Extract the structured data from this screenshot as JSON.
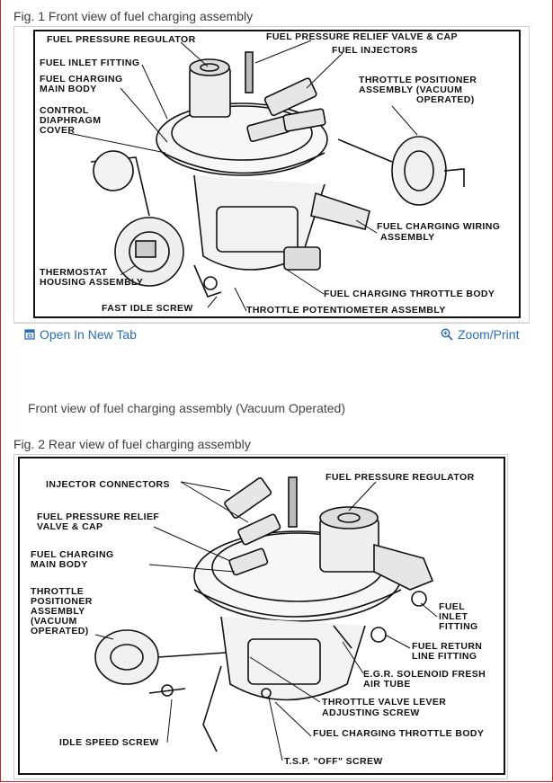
{
  "fig1": {
    "caption": "Fig. 1 Front view of fuel charging assembly",
    "labels": {
      "fuel_pressure_regulator": "FUEL PRESSURE REGULATOR",
      "fuel_pressure_relief": "FUEL PRESSURE RELIEF VALVE & CAP",
      "fuel_injectors": "FUEL INJECTORS",
      "fuel_inlet_fitting": "FUEL INLET FITTING",
      "fuel_charging_main_body_1": "FUEL CHARGING",
      "fuel_charging_main_body_2": "MAIN BODY",
      "control_diaphragm_1": "CONTROL",
      "control_diaphragm_2": "DIAPHRAGM",
      "control_diaphragm_3": "COVER",
      "throttle_positioner_1": "THROTTLE POSITIONER",
      "throttle_positioner_2": "ASSEMBLY (VACUUM",
      "throttle_positioner_3": "OPERATED)",
      "wiring_1": "FUEL CHARGING WIRING",
      "wiring_2": "ASSEMBLY",
      "thermostat_1": "THERMOSTAT",
      "thermostat_2": "HOUSING ASSEMBLY",
      "throttle_body": "FUEL CHARGING THROTTLE BODY",
      "fast_idle_screw": "FAST IDLE SCREW",
      "throttle_potentiometer": "THROTTLE POTENTIOMETER ASSEMBLY"
    }
  },
  "toolbar": {
    "open_new_tab": "Open In New Tab",
    "zoom_print": "Zoom/Print"
  },
  "fig1_description": "Front view of fuel charging assembly (Vacuum Operated)",
  "fig2": {
    "caption": "Fig. 2 Rear view of fuel charging assembly",
    "labels": {
      "injector_connectors": "INJECTOR CONNECTORS",
      "fuel_pressure_regulator": "FUEL PRESSURE REGULATOR",
      "relief_1": "FUEL PRESSURE RELIEF",
      "relief_2": "VALVE & CAP",
      "main_body_1": "FUEL CHARGING",
      "main_body_2": "MAIN BODY",
      "positioner_1": "THROTTLE",
      "positioner_2": "POSITIONER",
      "positioner_3": "ASSEMBLY",
      "positioner_4": "(VACUUM",
      "positioner_5": "OPERATED)",
      "inlet_1": "FUEL",
      "inlet_2": "INLET",
      "inlet_3": "FITTING",
      "return_1": "FUEL RETURN",
      "return_2": "LINE FITTING",
      "egr_1": "E.G.R. SOLENOID FRESH",
      "egr_2": "AIR TUBE",
      "lever_1": "THROTTLE VALVE LEVER",
      "lever_2": "ADJUSTING SCREW",
      "idle_speed_screw": "IDLE SPEED SCREW",
      "throttle_body": "FUEL CHARGING THROTTLE BODY",
      "tsp_off": "T.S.P. \"OFF\" SCREW"
    }
  }
}
